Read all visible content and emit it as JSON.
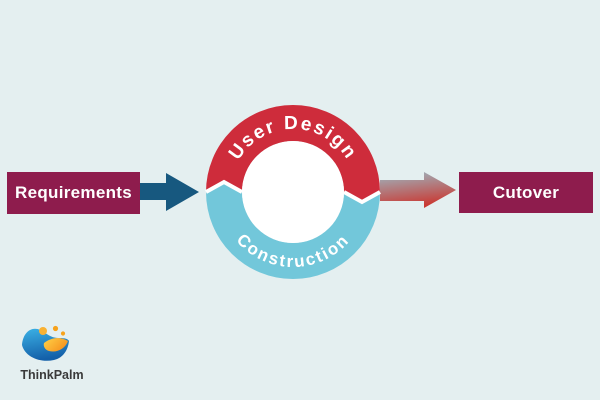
{
  "colors": {
    "background": "#E4EFF0",
    "box": "#8E1C4D",
    "arrow_blue": "#17587F",
    "cycle_top": "#CE2C3B",
    "cycle_bottom": "#72C7DA",
    "gradient_arrow_from": "#9BB9C4",
    "gradient_arrow_to": "#C93A34",
    "logo_blue_from": "#3BB1E5",
    "logo_blue_to": "#1460A9",
    "logo_yellow_from": "#FFD348",
    "logo_yellow_to": "#F6921E",
    "logo_dot_large": "#F9B233",
    "logo_dot_small": "#F6A21C",
    "logo_text": "#3A3A3A"
  },
  "diagram": {
    "left_box_label": "Requirements",
    "right_box_label": "Cutover",
    "cycle_top_label": "User Design",
    "cycle_bottom_label": "Construction"
  },
  "branding": {
    "logo_text": "ThinkPalm"
  }
}
